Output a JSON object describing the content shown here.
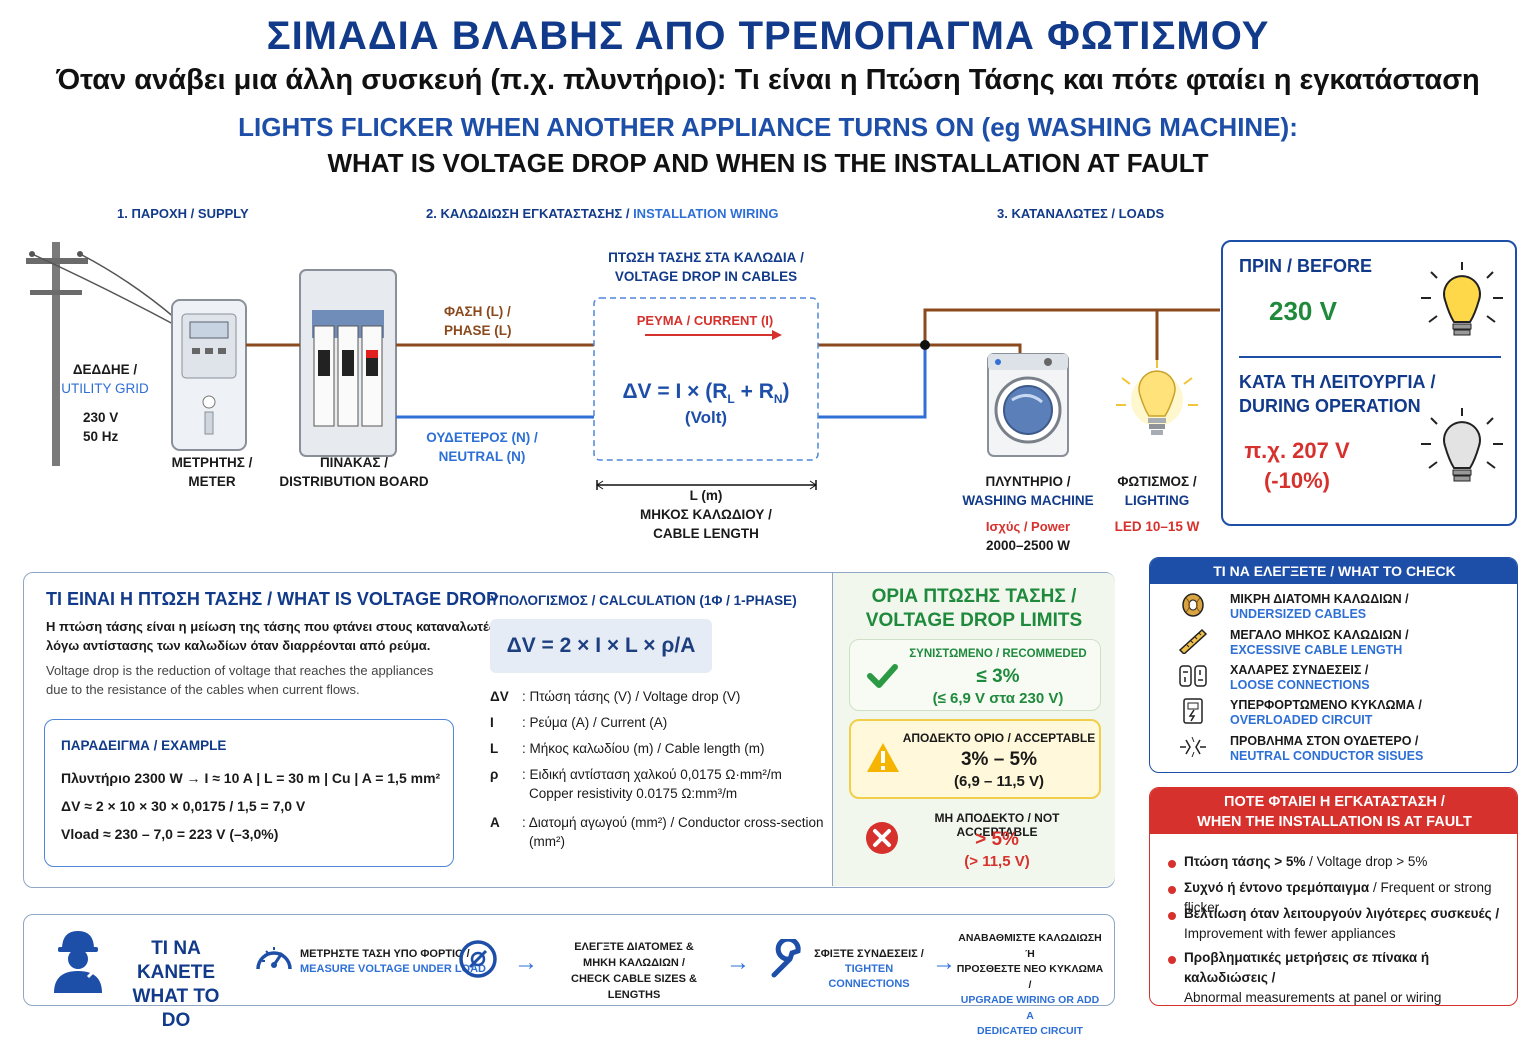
{
  "title": {
    "main": "ΣΙΜΑΔΙΑ ΒΛΑΒΗΣ ΑΠΟ ΤΡΕΜΟΠΑΓΜΑ ΦΩΤΙΣΜΟΥ",
    "subtitle": "Όταν ανάβει μια άλλη συσκευή (π.χ. πλυντήριο): Τι είναι η Πτώση Τάσης και πότε φταίει η εγκατάσταση",
    "en_line1": "LIGHTS FLICKER WHEN ANOTHER APPLIANCE TURNS ON (eg WASHING MACHINE):",
    "en_line2": "WHAT IS VOLTAGE DROP AND WHEN IS THE INSTALLATION AT FAULT"
  },
  "diagram": {
    "sections": {
      "supply": "1. ΠΑΡΟΧΗ / SUPPLY",
      "wiring_gr": "2. ΚΑΛΩΔΙΩΣΗ ΕΓΚΑΤΑΣΤΑΣΗΣ /",
      "wiring_en": "INSTALLATION WIRING",
      "loads": "3. ΚΑΤΑΝΑΛΩΤΕΣ / LOADS"
    },
    "grid": {
      "label_gr": "ΔΕΔΔΗΕ /",
      "label_en": "UTILITY GRID",
      "voltage": "230 V",
      "freq": "50 Hz"
    },
    "meter": {
      "line1": "ΜΕΤΡΗΤΗΣ /",
      "line2": "METER"
    },
    "board": {
      "line1": "ΠΙΝΑΚΑΣ /",
      "line2": "DISTRIBUTION BOARD"
    },
    "phase": {
      "line1": "ΦΑΣΗ (L) /",
      "line2": "PHASE (L)"
    },
    "neutral": {
      "line1": "ΟΥΔΕΤΕΡΟΣ (N) /",
      "line2": "NEUTRAL (N)"
    },
    "drop": {
      "title1": "ΠΤΩΣΗ ΤΑΣΗΣ ΣΤΑ ΚΑΛΩΔΙΑ /",
      "title2": "VOLTAGE DROP IN CABLES",
      "current": "ΡΕΥΜΑ / CURRENT (I)",
      "formula_a": "ΔV = I × (R",
      "sub_l": "L",
      "formula_b": " + R",
      "sub_n": "N",
      "formula_c": ")",
      "unit": "(Volt)",
      "length1": "L (m)",
      "length2": "ΜΗΚΟΣ ΚΑΛΩΔΙΟΥ /",
      "length3": "CABLE LENGTH"
    },
    "washer": {
      "line1": "ΠΛΥΝΤΗΡΙΟ /",
      "line2": "WASHING MACHINE",
      "power_label": "Ισχύς / Power",
      "power": "2000–2500 W"
    },
    "lighting": {
      "line1": "ΦΩΤΙΣΜΟΣ /",
      "line2": "LIGHTING",
      "power": "LED 10–15 W"
    }
  },
  "before_panel": {
    "before_label": "ΠΡΙΝ / BEFORE",
    "before_value": "230 V",
    "during_label1": "ΚΑΤΑ ΤΗ ΛΕΙΤΟΥΡΓΙΑ /",
    "during_label2": "DURING OPERATION",
    "during_value": "π.χ. 207 V",
    "during_pct": "(-10%)"
  },
  "what_is": {
    "title": "ΤΙ ΕΙΝΑΙ Η ΠΤΩΣΗ ΤΑΣΗΣ / WHAT IS VOLTAGE DROP",
    "gr1": "Η πτώση τάσης είναι η μείωση της τάσης που φτάνει στους καταναλωτές",
    "gr2": "λόγω αντίστασης των καλωδίων όταν διαρρέονται από ρεύμα.",
    "en1": "Voltage drop is the reduction of voltage that reaches the appliances",
    "en2": "due to the resistance of the cables when current flows.",
    "example_title": "ΠΑΡΑΔΕΙΓΜΑ / EXAMPLE",
    "ex1": "Πλυντήριο 2300 W → I ≈ 10 A | L = 30 m | Cu | A = 1,5 mm²",
    "ex2": "ΔV ≈ 2 × 10 × 30 × 0,0175 / 1,5 = 7,0 V",
    "ex3": "Vload ≈ 230 – 7,0 = 223 V  (–3,0%)"
  },
  "calc": {
    "title": "ΥΠΟΛΟΓΙΣΜΟΣ / CALCULATION (1Φ / 1-PHASE)",
    "formula": "ΔV = 2 × I × L × ρ/A",
    "vars": [
      {
        "sym": "ΔV",
        "desc": ": Πτώση τάσης (V) / Voltage drop (V)"
      },
      {
        "sym": "I",
        "desc": ": Ρεύμα (A) / Current (A)"
      },
      {
        "sym": "L",
        "desc": ": Μήκος καλωδίου (m) / Cable length (m)"
      },
      {
        "sym": "ρ",
        "desc": ": Ειδική αντίσταση χαλκού 0,0175 Ω·mm²/m",
        "desc2": "Copper resistivity 0.0175 Ω:mm³/m"
      },
      {
        "sym": "A",
        "desc": ": Διατομή αγωγού (mm²) / Conductor cross-section",
        "desc2": "(mm²)"
      }
    ]
  },
  "limits": {
    "title1": "ΟΡΙΑ ΠΤΩΣΗΣ ΤΑΣΗΣ /",
    "title2": "VOLTAGE DROP LIMITS",
    "recommended": {
      "label": "ΣΥΝΙΣΤΩΜΕΝΟ / RECOMMEDED",
      "value": "≤ 3%",
      "sub": "(≤ 6,9 V στα 230 V)"
    },
    "acceptable": {
      "label": "ΑΠΟΔΕΚΤΟ ΟΡΙΟ / ACCEPTABLE",
      "value": "3% – 5%",
      "sub": "(6,9 – 11,5 V)"
    },
    "not_acceptable": {
      "label": "ΜΗ ΑΠΟΔΕΚΤΟ / NOT ACCEPTABLE",
      "value": "> 5%",
      "sub": "(> 11,5 V)"
    }
  },
  "check": {
    "title": "ΤΙ ΝΑ ΕΛΕΓΞΕΤΕ / WHAT TO CHECK",
    "items": [
      {
        "gr": "ΜΙΚΡΗ ΔΙΑΤΟΜΗ ΚΑΛΩΔΙΩΝ /",
        "en": "UNDERSIZED CABLES"
      },
      {
        "gr": "ΜΕΓΑΛΟ ΜΗΚΟΣ ΚΑΛΩΔΙΩΝ /",
        "en": "EXCESSIVE CABLE LENGTH"
      },
      {
        "gr": "ΧΑΛΑΡΕΣ ΣΥΝΔΕΣΕΙΣ /",
        "en": "LOOSE CONNECTIONS"
      },
      {
        "gr": "ΥΠΕΡΦΟΡΤΩΜΕΝΟ ΚΥΚΛΩΜΑ /",
        "en": "OVERLOADED CIRCUIT"
      },
      {
        "gr": "ΠΡΟΒΛΗΜΑ ΣΤΟΝ ΟΥΔΕΤΕΡΟ /",
        "en": "NEUTRAL CONDUCTOR SISUES"
      }
    ]
  },
  "fault": {
    "title1": "ΠΟΤΕ ΦΤΑΙΕΙ Η ΕΓΚΑΤΑΣΤΑΣΗ /",
    "title2": "WHEN THE INSTALLATION IS AT FAULT",
    "items": [
      {
        "a": "Πτώση τάσης > 5%",
        "b": " / Voltage drop > 5%"
      },
      {
        "a": "Συχνό ή έντονο τρεμόπαιγμα",
        "b": " / Frequent or strong flicker"
      },
      {
        "a": "Βελτίωση όταν λειτουργούν λιγότερες συσκευές /",
        "b": "Improvement with fewer appliances"
      },
      {
        "a": "Προβληματικές μετρήσεις σε πίνακα ή καλωδιώσεις /",
        "b": "Abnormal measurements at panel or wiring"
      }
    ]
  },
  "todo": {
    "title1": "ΤΙ ΝΑ ΚΑΝΕΤΕ",
    "title2": "WHAT TO DO",
    "step1_gr": "ΜΕΤΡΗΣΤΕ ΤΑΣΗ ΥΠΟ ΦΟΡΤΙΟ /",
    "step1_en": "MEASURE VOLTAGE UNDER LOAD",
    "step2_gr1": "ΕΛΕΓΞΤΕ ΔΙΑΤΟΜΕΣ &",
    "step2_gr2": "ΜΗΚΗ ΚΑΛΩΔΙΩΝ /",
    "step2_en": "CHECK CABLE SIZES & LENGTHS",
    "step3_gr": "ΣΦΙΞΤΕ ΣΥΝΔΕΣΕΙΣ /",
    "step3_en": "TIGHTEN CONNECTIONS",
    "step4_gr1": "ΑΝΑΒΑΘΜΙΣΤΕ ΚΑΛΩΔΙΩΣΗ Ή",
    "step4_gr2": "ΠΡΟΣΘΕΣΤΕ ΝΕΟ ΚΥΚΛΩΜΑ /",
    "step4_en1": "UPGRADE WIRING OR ADD A",
    "step4_en2": "DEDICATED CIRCUIT"
  },
  "colors": {
    "navy": "#123a8a",
    "blue": "#2e6fd6",
    "red": "#d6312c",
    "green": "#1f8a3c",
    "phase": "#8b4a1e",
    "neutral": "#2f6fd6"
  }
}
